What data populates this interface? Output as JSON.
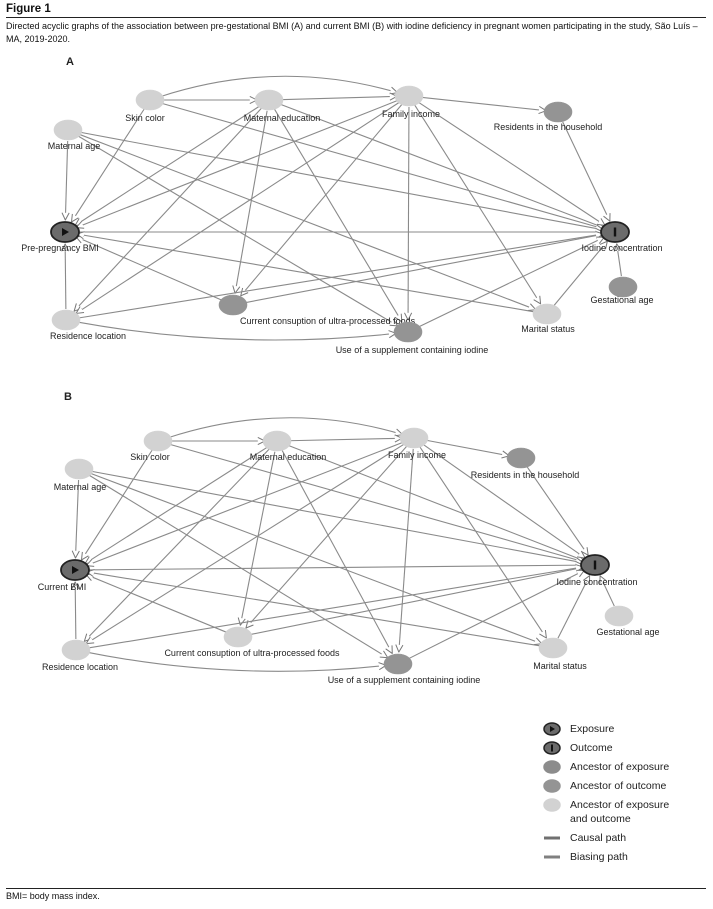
{
  "figure": {
    "title": "Figure 1",
    "caption": "Directed acyclic graphs of the association between pre-gestational BMI (A) and current BMI (B) with iodine deficiency in pregnant women participating in the study, São Luís – MA, 2019-2020.",
    "footnote": "BMI= body mass index."
  },
  "colors": {
    "exposure": "#6b6b6b",
    "outcome": "#6b6b6b",
    "ancestor_exposure": "#8c8c8c",
    "ancestor_outcome": "#949494",
    "ancestor_both": "#d2d2d2",
    "causal_path": "#707070",
    "biasing_path": "#808080",
    "edge": "#8a8a8a"
  },
  "legend": [
    {
      "kind": "exposure",
      "label": "Exposure"
    },
    {
      "kind": "outcome",
      "label": "Outcome"
    },
    {
      "kind": "ancestor_exposure",
      "label": "Ancestor of exposure"
    },
    {
      "kind": "ancestor_outcome",
      "label": "Ancestor of outcome"
    },
    {
      "kind": "ancestor_both",
      "label": "Ancestor of exposure and outcome",
      "lines": [
        "Ancestor of exposure",
        "and outcome"
      ]
    },
    {
      "kind": "causal_line",
      "label": "Causal path"
    },
    {
      "kind": "biasing_line",
      "label": "Biasing path"
    }
  ],
  "panels": [
    {
      "label": "A",
      "nodes": [
        {
          "id": "skin",
          "label": "Skin color",
          "kind": "ancestor_both"
        },
        {
          "id": "medu",
          "label": "Maternal education",
          "kind": "ancestor_both"
        },
        {
          "id": "inc",
          "label": "Family income",
          "kind": "ancestor_both"
        },
        {
          "id": "res",
          "label": "Residents in the household",
          "kind": "ancestor_outcome"
        },
        {
          "id": "mage",
          "label": "Maternal age",
          "kind": "ancestor_both"
        },
        {
          "id": "bmi",
          "label": "Pre-pregnancy BMI",
          "kind": "exposure"
        },
        {
          "id": "iod",
          "label": "Iodine concentration",
          "kind": "outcome"
        },
        {
          "id": "gest",
          "label": "Gestational age",
          "kind": "ancestor_outcome"
        },
        {
          "id": "upf",
          "label": "Current consuption of ultra-processed foods",
          "kind": "ancestor_outcome"
        },
        {
          "id": "rloc",
          "label": "Residence location",
          "kind": "ancestor_both"
        },
        {
          "id": "sup",
          "label": "Use of a supplement containing iodine",
          "kind": "ancestor_outcome"
        },
        {
          "id": "mar",
          "label": "Marital status",
          "kind": "ancestor_both"
        }
      ]
    },
    {
      "label": "B",
      "nodes": [
        {
          "id": "skin",
          "label": "Skin color",
          "kind": "ancestor_both"
        },
        {
          "id": "medu",
          "label": "Maternal education",
          "kind": "ancestor_both"
        },
        {
          "id": "inc",
          "label": "Family income",
          "kind": "ancestor_both"
        },
        {
          "id": "res",
          "label": "Residents in the household",
          "kind": "ancestor_outcome"
        },
        {
          "id": "mage",
          "label": "Maternal age",
          "kind": "ancestor_both"
        },
        {
          "id": "bmi",
          "label": "Current BMI",
          "kind": "exposure"
        },
        {
          "id": "iod",
          "label": "Iodine concentration",
          "kind": "outcome"
        },
        {
          "id": "gest",
          "label": "Gestational age",
          "kind": "ancestor_both"
        },
        {
          "id": "upf",
          "label": "Current consuption of ultra-processed foods",
          "kind": "ancestor_both"
        },
        {
          "id": "rloc",
          "label": "Residence location",
          "kind": "ancestor_both"
        },
        {
          "id": "sup",
          "label": "Use of a supplement containing iodine",
          "kind": "ancestor_outcome"
        },
        {
          "id": "mar",
          "label": "Marital status",
          "kind": "ancestor_both"
        }
      ]
    }
  ],
  "edges": [
    [
      "skin",
      "medu"
    ],
    [
      "skin",
      "inc"
    ],
    [
      "skin",
      "bmi"
    ],
    [
      "skin",
      "iod"
    ],
    [
      "medu",
      "inc"
    ],
    [
      "medu",
      "bmi"
    ],
    [
      "medu",
      "iod"
    ],
    [
      "medu",
      "upf"
    ],
    [
      "medu",
      "sup"
    ],
    [
      "medu",
      "rloc"
    ],
    [
      "inc",
      "res"
    ],
    [
      "inc",
      "iod"
    ],
    [
      "inc",
      "bmi"
    ],
    [
      "inc",
      "upf"
    ],
    [
      "inc",
      "sup"
    ],
    [
      "inc",
      "mar"
    ],
    [
      "inc",
      "rloc"
    ],
    [
      "res",
      "iod"
    ],
    [
      "mage",
      "bmi"
    ],
    [
      "mage",
      "iod"
    ],
    [
      "mage",
      "sup"
    ],
    [
      "mage",
      "mar"
    ],
    [
      "bmi",
      "iod"
    ],
    [
      "gest",
      "iod"
    ],
    [
      "upf",
      "iod"
    ],
    [
      "upf",
      "bmi"
    ],
    [
      "rloc",
      "bmi"
    ],
    [
      "rloc",
      "sup"
    ],
    [
      "rloc",
      "iod"
    ],
    [
      "sup",
      "iod"
    ],
    [
      "mar",
      "iod"
    ],
    [
      "mar",
      "bmi"
    ]
  ]
}
